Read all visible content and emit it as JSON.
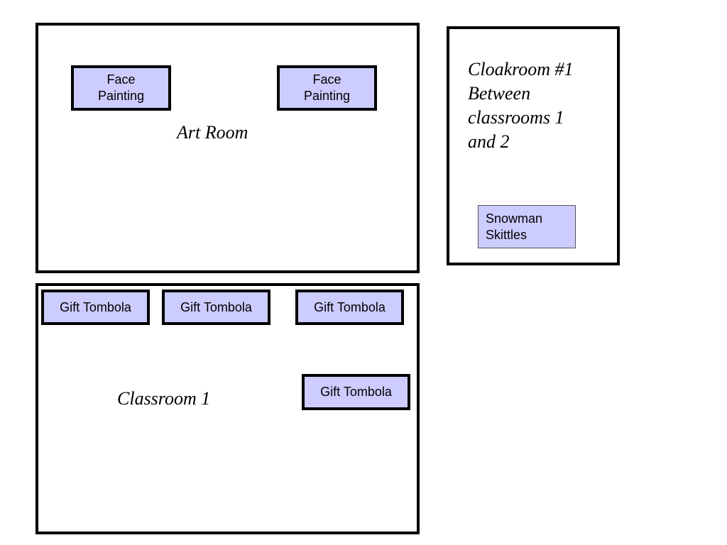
{
  "colors": {
    "station_fill": "#ccccff",
    "outline": "#000000",
    "background": "#ffffff"
  },
  "rooms": {
    "art_room": {
      "label": "Art Room",
      "stations": [
        "Face\nPainting",
        "Face\nPainting"
      ]
    },
    "cloakroom": {
      "label": "Cloakroom #1\nBetween\nclassrooms 1\nand 2",
      "stations": [
        "Snowman\nSkittles"
      ]
    },
    "classroom_1": {
      "label": "Classroom 1",
      "stations": [
        "Gift Tombola",
        "Gift Tombola",
        "Gift Tombola",
        "Gift Tombola"
      ]
    }
  }
}
